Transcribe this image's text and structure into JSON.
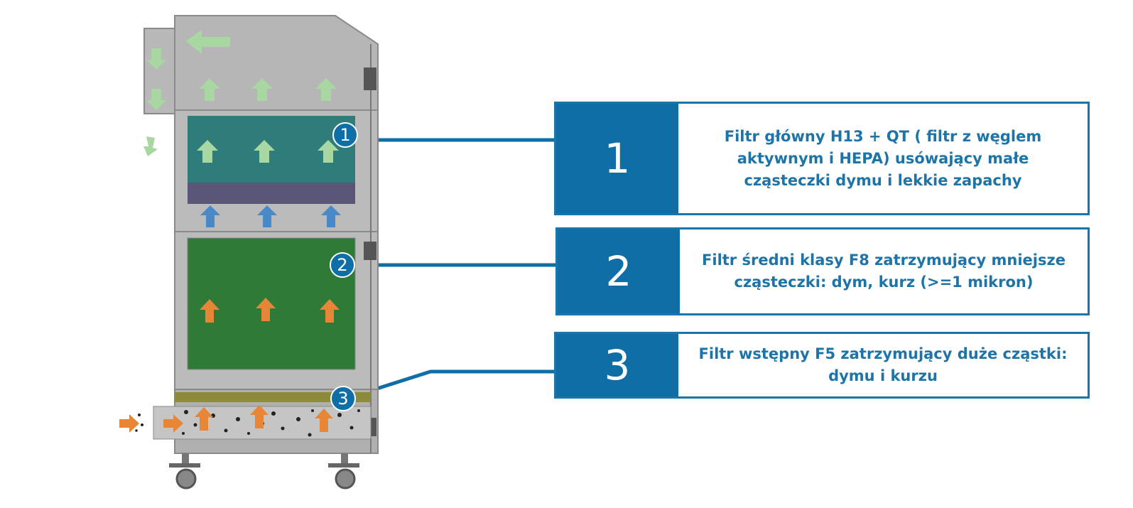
{
  "filters": [
    {
      "number": "1",
      "description": "Filtr główny H13 + QT ( filtr z węglem aktywnym i HEPA) usówający małe cząsteczki dymu i lekkie zapachy"
    },
    {
      "number": "2",
      "description": "Filtr średni klasy F8 zatrzymujący mniejsze cząsteczki: dym, kurz (>=1 mikron)"
    },
    {
      "number": "3",
      "description": "Filtr wstępny F5 zatrzymujący duże cząstki: dymu i kurzu"
    }
  ],
  "colors": {
    "accent": "#0e6ea5",
    "cabinet": "#b4b4b4",
    "filter_main": "#2e7d7a",
    "carbon_layer": "#5a5677",
    "filter_medium": "#2f7a36",
    "prefilter": "#8d8a3a",
    "arrow_clean": "#a9d7a2",
    "arrow_blue": "#4a89c8",
    "arrow_dirty": "#e88637"
  }
}
